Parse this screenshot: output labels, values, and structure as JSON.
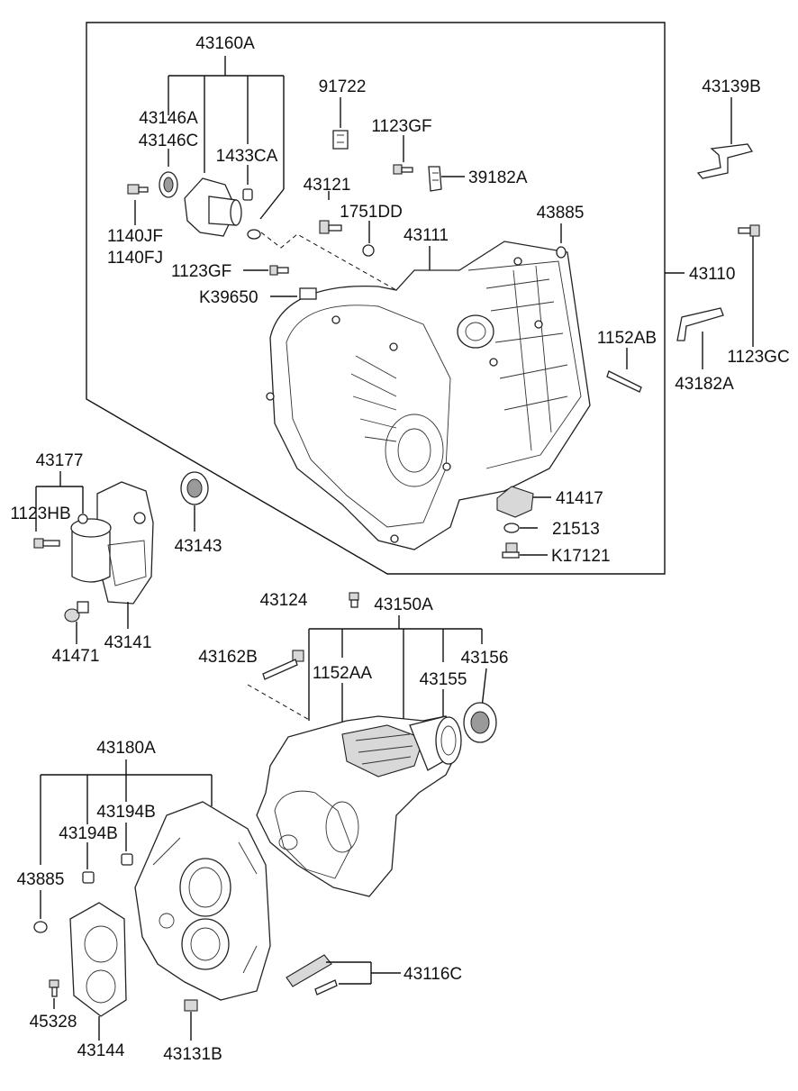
{
  "diagram": {
    "labels": {
      "p43160A": "43160A",
      "p91722": "91722",
      "p43146A": "43146A",
      "p43146C": "43146C",
      "p1433CA": "1433CA",
      "p1123GF_a": "1123GF",
      "p39182A": "39182A",
      "p43121": "43121",
      "p1751DD": "1751DD",
      "p43885_a": "43885",
      "p1140JF": "1140JF",
      "p1140FJ": "1140FJ",
      "p43111": "43111",
      "p1123GF_b": "1123GF",
      "p43110": "43110",
      "pK39650": "K39650",
      "p43139B": "43139B",
      "p1152AB": "1152AB",
      "p43182A": "43182A",
      "p1123GC": "1123GC",
      "p43177": "43177",
      "p1123HB": "1123HB",
      "p43143": "43143",
      "p41417": "41417",
      "p21513": "21513",
      "pK17121": "K17121",
      "p41471": "41471",
      "p43141": "43141",
      "p43124": "43124",
      "p43150A": "43150A",
      "p43162B": "43162B",
      "p1152AA": "1152AA",
      "p43155": "43155",
      "p43156": "43156",
      "p43180A": "43180A",
      "p43194B_a": "43194B",
      "p43194B_b": "43194B",
      "p43885_b": "43885",
      "p43116C": "43116C",
      "p45328": "45328",
      "p43144": "43144",
      "p43131B": "43131B"
    }
  }
}
